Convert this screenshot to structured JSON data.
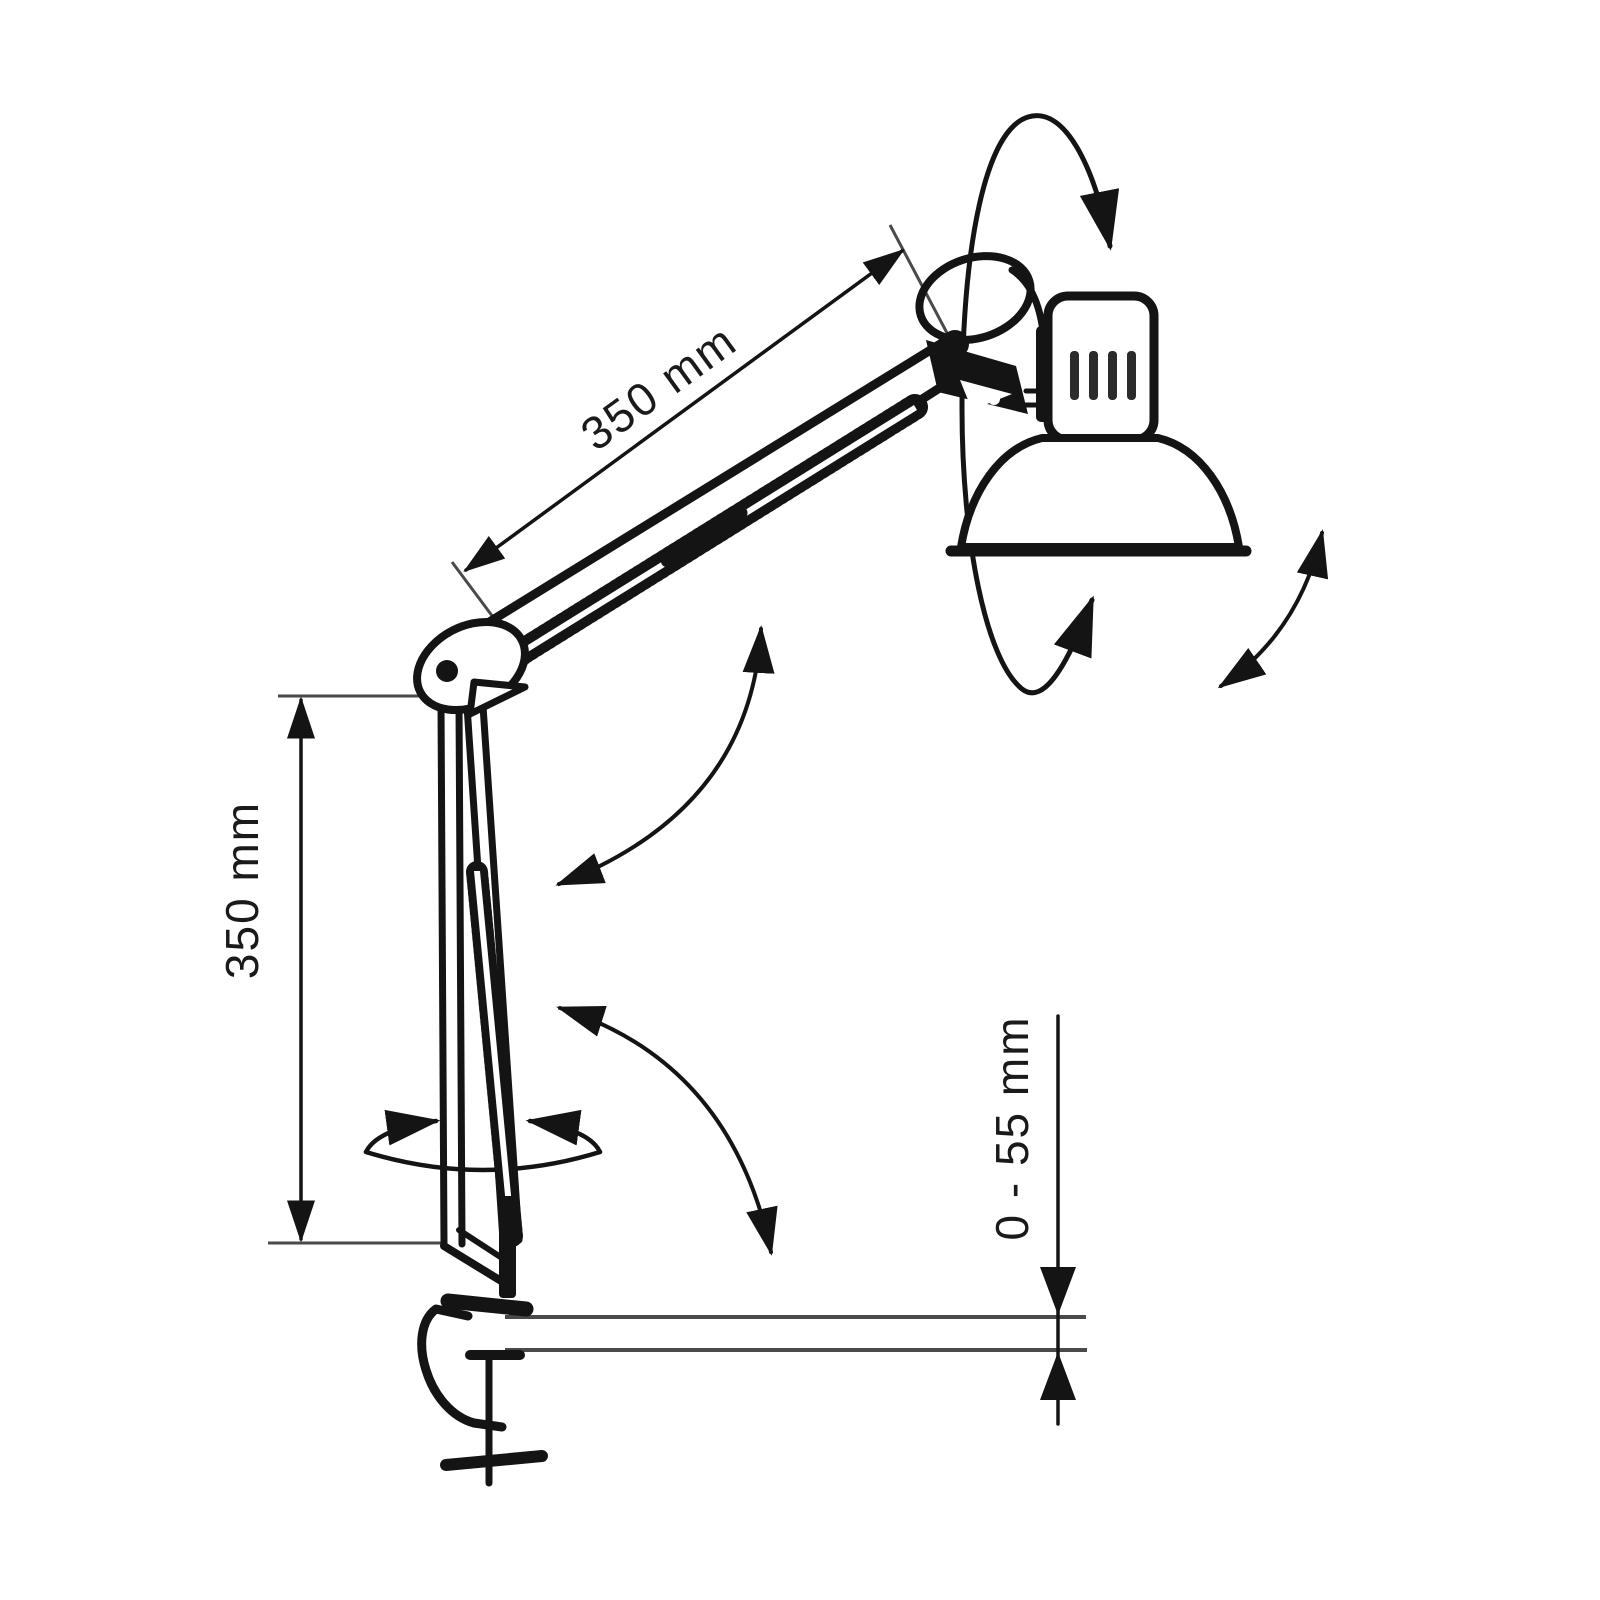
{
  "page": {
    "background_color": "#ffffff",
    "ink_color": "#141414"
  },
  "diagram": {
    "subject": "Swing-arm architect desk lamp with table clamp - dimensional line drawing",
    "labels": {
      "upper_arm_length": "350 mm",
      "lower_arm_length": "350 mm",
      "clamp_jaw_range": "0 - 55 mm"
    },
    "motion_indicators": [
      {
        "name": "head-rotation-arrow",
        "meaning": "lamp head swivels around its axis"
      },
      {
        "name": "shade-tilt-arrow",
        "meaning": "shade tilts up / down"
      },
      {
        "name": "elbow-rotation-arrow",
        "meaning": "upper arm pivots at elbow joint"
      },
      {
        "name": "lower-arm-tilt-arrow",
        "meaning": "lower arm tilts at base joint"
      },
      {
        "name": "base-rotation-arrow",
        "meaning": "arm rotates on clamp base"
      }
    ]
  }
}
